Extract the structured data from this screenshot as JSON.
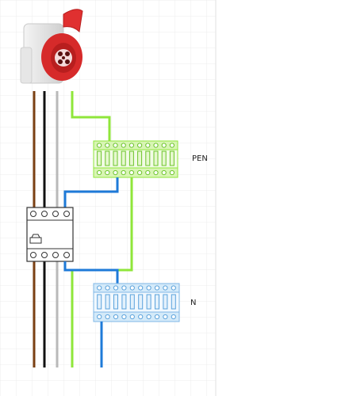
{
  "labels": {
    "pen": "PEN",
    "n": "N"
  },
  "icons": {
    "socket": "industrial-socket-icon",
    "breaker": "rcd-breaker-icon"
  },
  "colors": {
    "grid": "#e8e8e8",
    "green": "#8fe63a",
    "blue": "#1e7ad8",
    "brown": "#7a3f12",
    "black": "#111111",
    "grey": "#b9b9b9",
    "pen_block": "#c8f08f",
    "n_block": "#a9d4f5",
    "socket_red": "#d62a2a"
  },
  "terminals": {
    "pen_count": 10,
    "n_count": 10
  }
}
